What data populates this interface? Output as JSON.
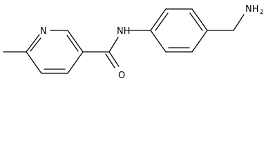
{
  "molecule": {
    "labels": {
      "ring_nitrogen": "N",
      "amide_nh": "NH",
      "carbonyl_oxygen": "O",
      "amine_n": "NH",
      "amine_subscript": "2"
    }
  }
}
